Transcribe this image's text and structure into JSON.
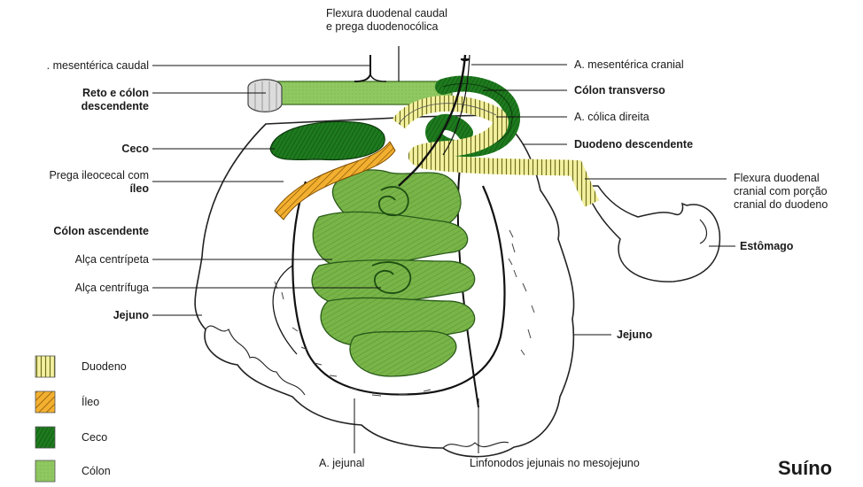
{
  "diagram": {
    "labels": {
      "flexura_caudal": [
        "Flexura duodenal caudal",
        "e prega duodenocólica"
      ],
      "a_mesenterica_caudal": ". mesentérica caudal",
      "reto_colon": [
        "Reto e cólon",
        "descendente"
      ],
      "ceco": "Ceco",
      "prega_ileocecal": [
        "Prega ileocecal com",
        "íleo"
      ],
      "colon_ascendente": "Cólon ascendente",
      "alca_centripeta": "Alça centrípeta",
      "alca_centrifuga": "Alça centrífuga",
      "jejuno_left": "Jejuno",
      "a_mesenterica_cranial": "A. mesentérica cranial",
      "colon_transverso": "Cólon transverso",
      "a_colica_direita": "A. cólica direita",
      "duodeno_descendente": "Duodeno descendente",
      "flexura_cranial": [
        "Flexura duodenal",
        "cranial com porção",
        "cranial do duodeno"
      ],
      "estomago": "Estômago",
      "jejuno_right": "Jejuno",
      "a_jejunal": "A. jejunal",
      "linfonodos": "Linfonodos jejunais no mesojejuno",
      "species": "Suíno"
    },
    "legend": [
      {
        "label": "Duodeno",
        "pattern": "vertical-stripes",
        "color": "#e8e878"
      },
      {
        "label": "Íleo",
        "pattern": "diagonal-stripes",
        "color": "#f0a020"
      },
      {
        "label": "Ceco",
        "pattern": "dark-green-hatch",
        "color": "#1e7a1e"
      },
      {
        "label": "Cólon",
        "pattern": "light-green",
        "color": "#8fc860"
      }
    ]
  }
}
